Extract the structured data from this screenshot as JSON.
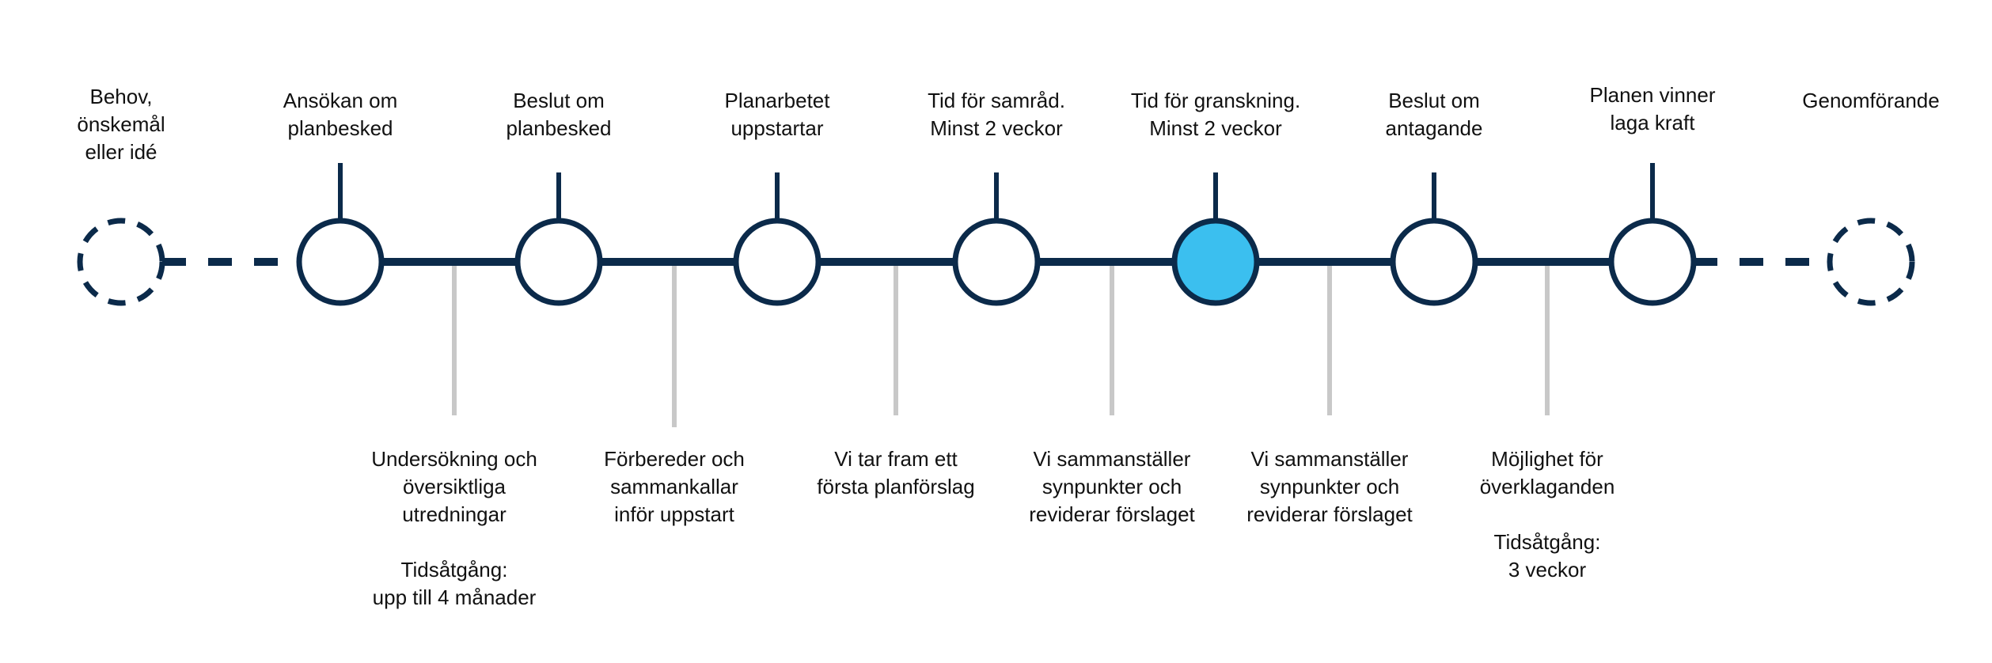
{
  "colors": {
    "line": "#0b2a4a",
    "connector_gray": "#c8c8c8",
    "active_fill": "#3bbfef",
    "node_fill": "#ffffff"
  },
  "milestones": [
    {
      "id": "need",
      "label": "Behov,\nönskemål\neller idé",
      "style": "dashed",
      "active": false
    },
    {
      "id": "application",
      "label": "Ansökan om\nplanbesked",
      "style": "solid",
      "active": false
    },
    {
      "id": "decision-planbesked",
      "label": "Beslut om\nplanbesked",
      "style": "solid",
      "active": false
    },
    {
      "id": "plan-start",
      "label": "Planarbetet\nuppstartar",
      "style": "solid",
      "active": false
    },
    {
      "id": "consultation",
      "label": "Tid för samråd.\nMinst 2 veckor",
      "style": "solid",
      "active": false
    },
    {
      "id": "review",
      "label": "Tid för granskning.\nMinst 2 veckor",
      "style": "solid",
      "active": true
    },
    {
      "id": "adoption",
      "label": "Beslut om\nantagande",
      "style": "solid",
      "active": false
    },
    {
      "id": "legal-force",
      "label": "Planen vinner\nlaga kraft",
      "style": "solid",
      "active": false
    },
    {
      "id": "implementation",
      "label": "Genomförande",
      "style": "dashed",
      "active": false
    }
  ],
  "activities": [
    {
      "id": "investigation",
      "label": "Undersökning och\növersiktliga\nutredningar\n\nTidsåtgång:\nupp till 4 månader"
    },
    {
      "id": "preparation",
      "label": "Förbereder och\nsammankallar\ninför uppstart"
    },
    {
      "id": "first-proposal",
      "label": "Vi tar fram ett\nförsta planförslag"
    },
    {
      "id": "compile-1",
      "label": "Vi sammanställer\nsynpunkter och\nreviderar förslaget"
    },
    {
      "id": "compile-2",
      "label": "Vi sammanställer\nsynpunkter och\nreviderar förslaget"
    },
    {
      "id": "appeal",
      "label": "Möjlighet för\növerklaganden\n\nTidsåtgång:\n3 veckor"
    }
  ]
}
